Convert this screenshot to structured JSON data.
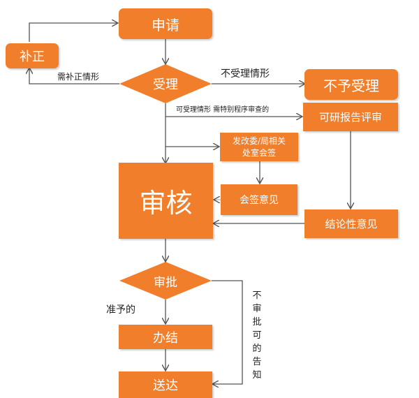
{
  "nodes": {
    "apply": "申请",
    "correct": "补正",
    "accept": "受理",
    "not_accept": "不予受理",
    "feasibility_review": "可研报告评审",
    "countersign": "发改委/局相关处室会签",
    "countersign_opinion": "会签意见",
    "review": "审核",
    "conclusion_opinion": "结论性意见",
    "approve": "审批",
    "complete": "办结",
    "deliver": "送达"
  },
  "labels": {
    "need_correction": "需补正情形",
    "not_accept_case": "不受理情形",
    "acceptable_case": "可受理情形 需特别程序审查的",
    "approved": "准予的",
    "not_approved_notice": "不审批可的告知"
  },
  "colors": {
    "node_fill": "#F07E2B",
    "arrow": "#555555"
  }
}
